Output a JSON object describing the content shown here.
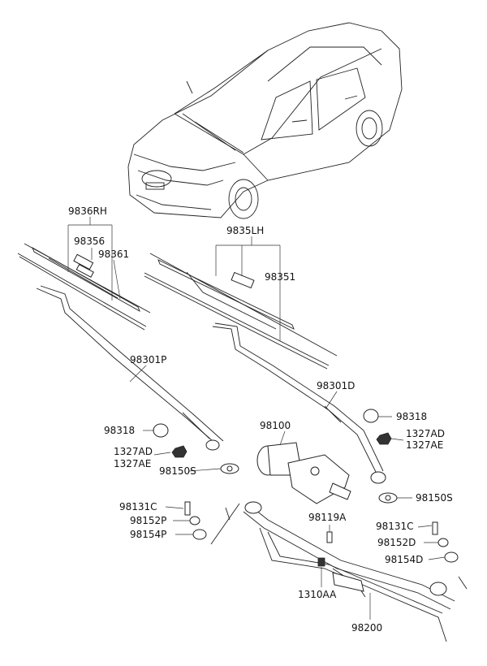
{
  "diagram": {
    "labels": {
      "l9836RH": "9836RH",
      "l98356": "98356",
      "l98361": "98361",
      "l9835LH": "9835LH",
      "l98351": "98351",
      "l98301P": "98301P",
      "l98301D": "98301D",
      "l98318a": "98318",
      "l98318b": "98318",
      "l98100": "98100",
      "l1327ADa": "1327AD",
      "l1327AEa": "1327AE",
      "l1327ADb": "1327AD",
      "l1327AEb": "1327AE",
      "l98150Sa": "98150S",
      "l98150Sb": "98150S",
      "l98131Ca": "98131C",
      "l98152P": "98152P",
      "l98154P": "98154P",
      "l98119A": "98119A",
      "l98131Cb": "98131C",
      "l98152D": "98152D",
      "l98154D": "98154D",
      "l1310AA": "1310AA",
      "l98200": "98200"
    }
  }
}
